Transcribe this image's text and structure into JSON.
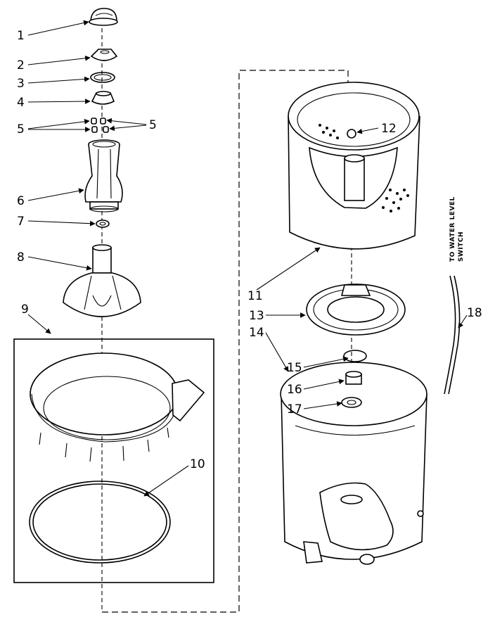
{
  "callouts": {
    "c1": "1",
    "c2": "2",
    "c3": "3",
    "c4": "4",
    "c5a": "5",
    "c5b": "5",
    "c6": "6",
    "c7": "7",
    "c8": "8",
    "c9": "9",
    "c10": "10",
    "c11": "11",
    "c12": "12",
    "c13": "13",
    "c14": "14",
    "c15": "15",
    "c16": "16",
    "c17": "17",
    "c18": "18"
  },
  "annotation": {
    "line1": "TO WATER LEVEL",
    "line2": "SWITCH"
  }
}
